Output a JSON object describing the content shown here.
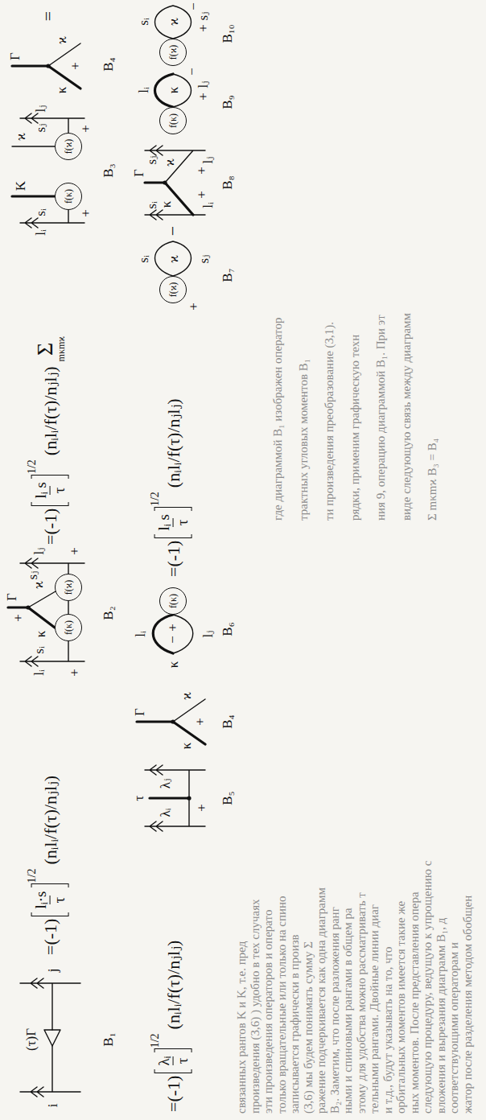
{
  "diagram": {
    "nodes": [
      {
        "text": [
          "f(κ)"
        ]
      },
      {
        "text": [
          "f(ϰ)"
        ]
      },
      {
        "text": [
          "f(κ)"
        ]
      },
      {
        "text": [
          "f(ϰ)"
        ]
      },
      {
        "text": [
          "f(κ)"
        ]
      },
      {
        "text": [
          "f(ϰ)"
        ]
      },
      {
        "text": [
          "f(κ)"
        ]
      },
      {
        "text": [
          "f(ϰ)"
        ]
      }
    ],
    "labels": [
      "i",
      "(τ)Γ",
      "j",
      "=(-1)",
      "lᵢ·s",
      "τ",
      "1/2",
      "(nᵢlᵢ/f(τ)/nⱼlⱼ)",
      "lᵢ",
      "sᵢ",
      "+",
      "κ",
      "+",
      "Γ",
      "ϰ",
      "sⱼ",
      "lⱼ",
      "+",
      "=(-1)",
      "lᵢ s",
      "τ",
      "1/2",
      "(nᵢlᵢ/f(τ)/nⱼlⱼ)",
      "Σ",
      "mκmϰ",
      "lᵢ",
      "sᵢ",
      "+",
      "K",
      "ϰ",
      "sⱼ",
      "+",
      "lⱼ",
      "Γ",
      "κ",
      "+",
      "ϰ",
      "=",
      "B₁",
      "B₂",
      "B₃",
      "B₄",
      "=(-1)",
      "λᵢ",
      "τ",
      "1/2",
      "(nᵢlᵢ/f(τ)/nⱼlⱼ)",
      "λᵢ",
      "τ",
      "λⱼ",
      "+",
      "Γ",
      "κ",
      "+",
      "ϰ",
      "κ",
      "lᵢ",
      "−",
      "+",
      "lⱼ",
      "=(-1)",
      "lᵢ s",
      "τ",
      "1/2",
      "(nᵢlᵢ/f(τ)/nⱼlⱼ)",
      "sᵢ",
      "ϰ",
      "sⱼ",
      "+",
      "−",
      "sᵢ",
      "lᵢ",
      "κ",
      "Γ",
      "+",
      "+",
      "ϰ",
      "sⱼ",
      "lⱼ",
      "lᵢ",
      "κ",
      "+",
      "lⱼ",
      "−",
      "sᵢ",
      "ϰ",
      "+",
      "sⱼ",
      "−",
      "B₅",
      "B₄",
      "B₆",
      "B₇",
      "B₈",
      "B₉",
      "B₁₀",
      "связанных рангов K и K, т.е. пред",
      "произведения (3,6) ) удобно в тех случаях",
      "эти произведения операторов и операто",
      "только вращательные или только на спино",
      "записывается графически в произв",
      "(3,6) мы будем понимать сумму Σ",
      "ражение подчеркивается как одна диаграмм",
      "B₂. Заметим, что после разложения ранг",
      "ными и спиновыми рангами в общем ра",
      "этому для удобства можно рассматривать т",
      "тельными рангами. Двойные линии диаг",
      "и т.д., будут указывать на то, что",
      "орбитальных моментов имеется такие же",
      "ных моментов. После представления опера",
      "следующую процедуру, ведущую к упрощению с",
      "вложения и вырезания диаграмм B₁, д",
      "соответствующими операторам и",
      "жатор после разделения методом обобщен",
      "где диаграммой B₁ изображен оператор",
      "трактных угловых моментов B₁",
      "ти произведения преобразование (3,1).",
      "рядки, применим графическую техн",
      "ния 9, операцию диаграммой B₁. При эт",
      "виде следующую связь между диаграмм",
      "Σ mκmϰ B₃ = B₄"
    ]
  }
}
